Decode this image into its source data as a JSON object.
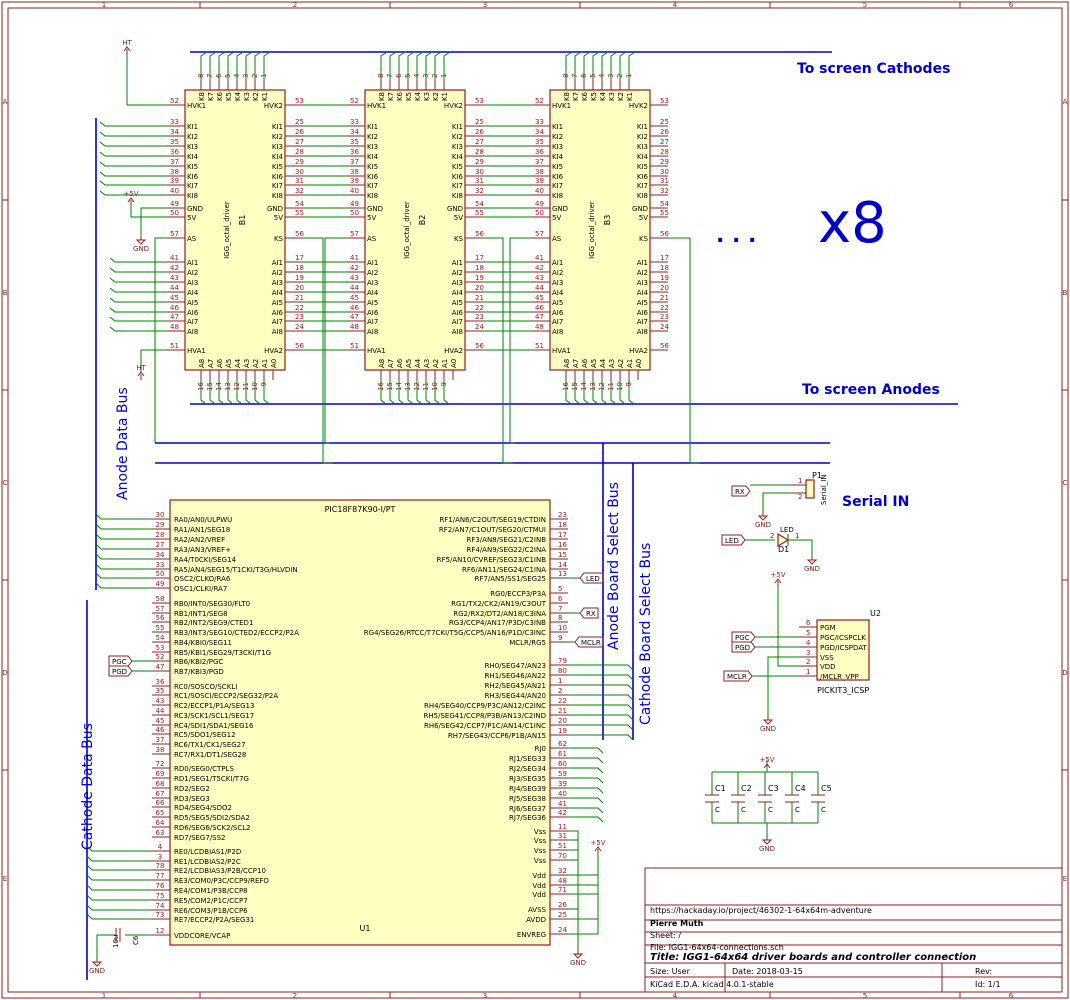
{
  "frame": {
    "cols": [
      "1",
      "2",
      "3",
      "4",
      "5",
      "6"
    ],
    "rows": [
      "A",
      "B",
      "C",
      "D",
      "E"
    ]
  },
  "labels": {
    "cathodes": "To screen Cathodes",
    "anodes": "To screen Anodes",
    "x8": "x8",
    "dots": ". . .",
    "anode_data_bus": "Anode Data Bus",
    "cathode_data_bus": "Cathode Data Bus",
    "anode_select_bus": "Anode Board Select Bus",
    "cathode_select_bus": "Cathode Board Select Bus",
    "serial_in": "Serial IN"
  },
  "driver": {
    "part": "IGG_octal_driver",
    "refs": [
      "B1",
      "B2",
      "B3"
    ],
    "top_pins": [
      "K8",
      "K7",
      "K6",
      "K5",
      "K4",
      "K3",
      "K2",
      "K1"
    ],
    "top_nums": [
      "8",
      "7",
      "6",
      "5",
      "4",
      "3",
      "2",
      "1"
    ],
    "bot_pins": [
      "A8",
      "A7",
      "A6",
      "A5",
      "A4",
      "A3",
      "A2",
      "A1",
      "A0"
    ],
    "bot_nums": [
      "16",
      "15",
      "14",
      "13",
      "12",
      "11",
      "10",
      "9"
    ],
    "left": [
      {
        "n": "52",
        "l": "HVK1"
      },
      {
        "n": "33",
        "l": "KI1"
      },
      {
        "n": "34",
        "l": "KI2"
      },
      {
        "n": "35",
        "l": "KI3"
      },
      {
        "n": "36",
        "l": "KI4"
      },
      {
        "n": "37",
        "l": "KI5"
      },
      {
        "n": "38",
        "l": "KI6"
      },
      {
        "n": "39",
        "l": "KI7"
      },
      {
        "n": "40",
        "l": "KI8"
      },
      {
        "n": "49",
        "l": "GND"
      },
      {
        "n": "50",
        "l": "5V"
      },
      {
        "n": "57",
        "l": "AS"
      },
      {
        "n": "41",
        "l": "AI1"
      },
      {
        "n": "42",
        "l": "AI2"
      },
      {
        "n": "43",
        "l": "AI3"
      },
      {
        "n": "44",
        "l": "AI4"
      },
      {
        "n": "45",
        "l": "AI5"
      },
      {
        "n": "46",
        "l": "AI6"
      },
      {
        "n": "47",
        "l": "AI7"
      },
      {
        "n": "48",
        "l": "AI8"
      },
      {
        "n": "51",
        "l": "HVA1"
      }
    ],
    "right": [
      {
        "n": "53",
        "l": "HVK2"
      },
      {
        "n": "25",
        "l": "KI1"
      },
      {
        "n": "26",
        "l": "KI2"
      },
      {
        "n": "27",
        "l": "KI3"
      },
      {
        "n": "28",
        "l": "KI4"
      },
      {
        "n": "29",
        "l": "KI5"
      },
      {
        "n": "30",
        "l": "KI6"
      },
      {
        "n": "31",
        "l": "KI7"
      },
      {
        "n": "32",
        "l": "KI8"
      },
      {
        "n": "54",
        "l": "GND"
      },
      {
        "n": "55",
        "l": "5V"
      },
      {
        "n": "56",
        "l": "KS"
      },
      {
        "n": "17",
        "l": "AI1"
      },
      {
        "n": "18",
        "l": "AI2"
      },
      {
        "n": "19",
        "l": "AI3"
      },
      {
        "n": "20",
        "l": "AI4"
      },
      {
        "n": "21",
        "l": "AI5"
      },
      {
        "n": "22",
        "l": "AI6"
      },
      {
        "n": "23",
        "l": "AI7"
      },
      {
        "n": "24",
        "l": "AI8"
      },
      {
        "n": "56",
        "l": "HVA2"
      }
    ]
  },
  "mcu": {
    "part": "PIC18F87K90-I/PT",
    "ref": "U1",
    "left": [
      {
        "n": "30",
        "l": "RA0/AN0/ULPWU"
      },
      {
        "n": "29",
        "l": "RA1/AN1/SEG18"
      },
      {
        "n": "28",
        "l": "RA2/AN2/VREF"
      },
      {
        "n": "27",
        "l": "RA3/AN3/VREF+"
      },
      {
        "n": "34",
        "l": "RA4/T0CKI/SEG14"
      },
      {
        "n": "33",
        "l": "RA5/AN4/SEG15/T1CKI/T3G/HLVDIN"
      },
      {
        "n": "50",
        "l": "OSC2/CLKO/RA6"
      },
      {
        "n": "49",
        "l": "OSC1/CLKI/RA7"
      },
      {
        "n": "58",
        "l": "RB0/INT0/SEG30/FLT0"
      },
      {
        "n": "57",
        "l": "RB1/INT1/SEG8"
      },
      {
        "n": "56",
        "l": "RB2/INT2/SEG9/CTED1"
      },
      {
        "n": "55",
        "l": "RB3/INT3/SEG10/CTED2/ECCP2/P2A"
      },
      {
        "n": "54",
        "l": "RB4/KBI0/SEG11"
      },
      {
        "n": "53",
        "l": "RB5/KBI1/SEG29/T3CKI/T1G"
      },
      {
        "n": "52",
        "l": "RB6/KBI2/PGC"
      },
      {
        "n": "47",
        "l": "RB7/KBI3/PGD"
      },
      {
        "n": "36",
        "l": "RC0/SOSCO/SCKLI"
      },
      {
        "n": "35",
        "l": "RC1/SOSCI/ECCP2/SEG32/P2A"
      },
      {
        "n": "43",
        "l": "RC2/ECCP1/P1A/SEG13"
      },
      {
        "n": "44",
        "l": "RC3/SCK1/SCL1/SEG17"
      },
      {
        "n": "45",
        "l": "RC4/SDI1/SDA1/SEG16"
      },
      {
        "n": "46",
        "l": "RC5/SDO1/SEG12"
      },
      {
        "n": "37",
        "l": "RC6/TX1/CK1/SEG27"
      },
      {
        "n": "38",
        "l": "RC7/RX1/DT1/SEG28"
      },
      {
        "n": "72",
        "l": "RD0/SEG0/CTPLS"
      },
      {
        "n": "69",
        "l": "RD1/SEG1/T5CKI/T7G"
      },
      {
        "n": "68",
        "l": "RD2/SEG2"
      },
      {
        "n": "67",
        "l": "RD3/SEG3"
      },
      {
        "n": "66",
        "l": "RD4/SEG4/SDO2"
      },
      {
        "n": "65",
        "l": "RD5/SEG5/SDI2/SDA2"
      },
      {
        "n": "64",
        "l": "RD6/SEG6/SCK2/SCL2"
      },
      {
        "n": "63",
        "l": "RD7/SEG7/SS2"
      },
      {
        "n": "4",
        "l": "RE0/LCDBIAS1/P2D"
      },
      {
        "n": "3",
        "l": "RE1/LCDBIAS2/P2C"
      },
      {
        "n": "78",
        "l": "RE2/LCDBIAS3/P2B/CCP10"
      },
      {
        "n": "77",
        "l": "RE3/COM0/P3C/CCP9/REFO"
      },
      {
        "n": "76",
        "l": "RE4/COM1/P3B/CCP8"
      },
      {
        "n": "75",
        "l": "RE5/COM2/P1C/CCP7"
      },
      {
        "n": "74",
        "l": "RE6/COM3/P1B/CCP6"
      },
      {
        "n": "73",
        "l": "RE7/ECCP2/P2A/SEG31"
      },
      {
        "n": "12",
        "l": "VDDCORE/VCAP"
      }
    ],
    "right": [
      {
        "n": "23",
        "l": "RF1/AN6/C2OUT/SEG19/CTDIN"
      },
      {
        "n": "18",
        "l": "RF2/AN7/C1OUT/SEG20/CTMUI"
      },
      {
        "n": "17",
        "l": "RF3/AN8/SEG21/C2INB"
      },
      {
        "n": "16",
        "l": "RF4/AN9/SEG22/C2INA"
      },
      {
        "n": "15",
        "l": "RF5/AN10/CVREF/SEG23/C1INB"
      },
      {
        "n": "14",
        "l": "RF6/AN11/SEG24/C1INA"
      },
      {
        "n": "13",
        "l": "RF7/AN5/SS1/SEG25"
      },
      {
        "n": "5",
        "l": "RG0/ECCP3/P3A"
      },
      {
        "n": "6",
        "l": "RG1/TX2/CK2/AN19/C3OUT"
      },
      {
        "n": "7",
        "l": "RG2/RX2/DT2/AN18/C3INA"
      },
      {
        "n": "8",
        "l": "RG3/CCP4/AN17/P3D/C3INB"
      },
      {
        "n": "10",
        "l": "RG4/SEG26/RTCC/T7CKI/T5G/CCP5/AN16/P1D/C3INC"
      },
      {
        "n": "9",
        "l": "MCLR/RG5"
      },
      {
        "n": "79",
        "l": "RH0/SEG47/AN23"
      },
      {
        "n": "80",
        "l": "RH1/SEG46/AN22"
      },
      {
        "n": "1",
        "l": "RH2/SEG45/AN21"
      },
      {
        "n": "2",
        "l": "RH3/SEG44/AN20"
      },
      {
        "n": "22",
        "l": "RH4/SEG40/CCP9/P3C/AN12/C2INC"
      },
      {
        "n": "21",
        "l": "RH5/SEG41/CCP8/P3B/AN13/C2IND"
      },
      {
        "n": "20",
        "l": "RH6/SEG42/CCP7/P1C/AN14/C1INC"
      },
      {
        "n": "19",
        "l": "RH7/SEG43/CCP6/P1B/AN15"
      },
      {
        "n": "62",
        "l": "RJ0"
      },
      {
        "n": "61",
        "l": "RJ1/SEG33"
      },
      {
        "n": "60",
        "l": "RJ2/SEG34"
      },
      {
        "n": "59",
        "l": "RJ3/SEG35"
      },
      {
        "n": "39",
        "l": "RJ4/SEG39"
      },
      {
        "n": "40",
        "l": "RJ5/SEG38"
      },
      {
        "n": "41",
        "l": "RJ6/SEG37"
      },
      {
        "n": "42",
        "l": "RJ7/SEG36"
      },
      {
        "n": "11",
        "l": "Vss"
      },
      {
        "n": "31",
        "l": "Vss"
      },
      {
        "n": "51",
        "l": "Vss"
      },
      {
        "n": "70",
        "l": "Vss"
      },
      {
        "n": "32",
        "l": "Vdd"
      },
      {
        "n": "48",
        "l": "Vdd"
      },
      {
        "n": "71",
        "l": "Vdd"
      },
      {
        "n": "26",
        "l": "AVSS"
      },
      {
        "n": "25",
        "l": "AVDD"
      },
      {
        "n": "24",
        "l": "ENVREG"
      }
    ]
  },
  "power": {
    "ht": "HT",
    "gnd": "GND",
    "v5": "+5V"
  },
  "nets": {
    "led": "LED",
    "rx": "RX",
    "mclr": "MCLR",
    "pgc": "PGC",
    "pgd": "PGD"
  },
  "serial": {
    "ref": "P1",
    "value": "Serial_IN",
    "pins": [
      "1",
      "2"
    ]
  },
  "led": {
    "ref": "D1",
    "value": "LED",
    "pins": [
      "2",
      "1"
    ]
  },
  "icsp": {
    "ref": "U2",
    "value": "PICKIT3_ICSP",
    "pins": [
      {
        "n": "6",
        "l": "PGM"
      },
      {
        "n": "5",
        "l": "PGC/ICSPCLK"
      },
      {
        "n": "4",
        "l": "PGD/ICSPDAT"
      },
      {
        "n": "3",
        "l": "VSS"
      },
      {
        "n": "2",
        "l": "VDD"
      },
      {
        "n": "1",
        "l": "/MCLR_VPP"
      }
    ]
  },
  "caps": {
    "refs": [
      "C1",
      "C2",
      "C3",
      "C4",
      "C5"
    ],
    "value": "C",
    "c6_ref": "C6",
    "c6_value": "10u"
  },
  "title_block": {
    "url": "https://hackaday.io/project/46302-1-64x64m-adventure",
    "author": "Pierre Muth",
    "sheet": "Sheet: /",
    "file": "File: IGG1-64x64-connections.sch",
    "title": "Title: IGG1-64x64 driver boards and controller connection",
    "size": "Size: User",
    "date": "Date: 2018-03-15",
    "rev": "Rev:",
    "tool": "KiCad E.D.A.  kicad 4.0.1-stable",
    "id": "Id: 1/1"
  }
}
